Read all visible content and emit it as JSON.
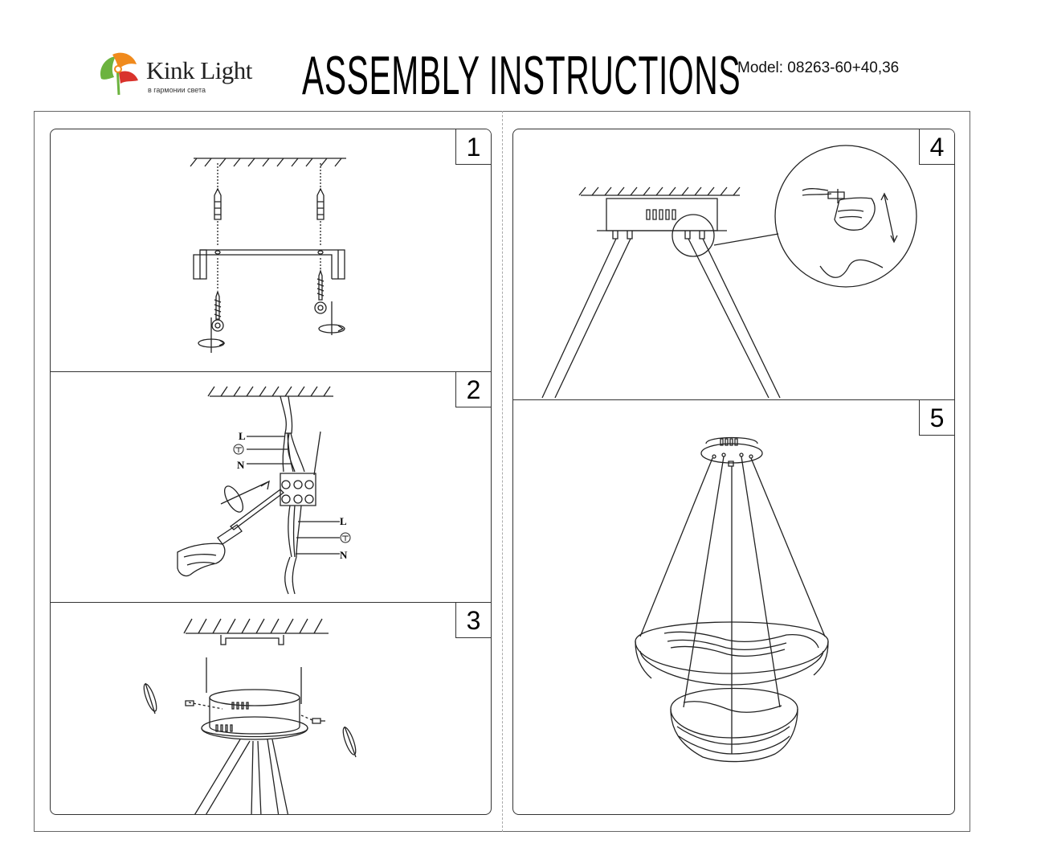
{
  "header": {
    "brand_name": "Kink Light",
    "brand_tagline": "в гармонии света",
    "title": "ASSEMBLY INSTRUCTIONS",
    "model": "Model: 08263-60+40,36"
  },
  "steps": [
    {
      "number": "1"
    },
    {
      "number": "2",
      "labels": {
        "line_top": "L",
        "earth_top": "⏚",
        "neutral_top": "N",
        "line_bottom": "L",
        "earth_bottom": "⏚",
        "neutral_bottom": "N"
      }
    },
    {
      "number": "3"
    },
    {
      "number": "4"
    },
    {
      "number": "5"
    }
  ],
  "colors": {
    "logo_orange": "#f08a1c",
    "logo_green": "#6cb33f",
    "logo_red": "#d9332c"
  }
}
